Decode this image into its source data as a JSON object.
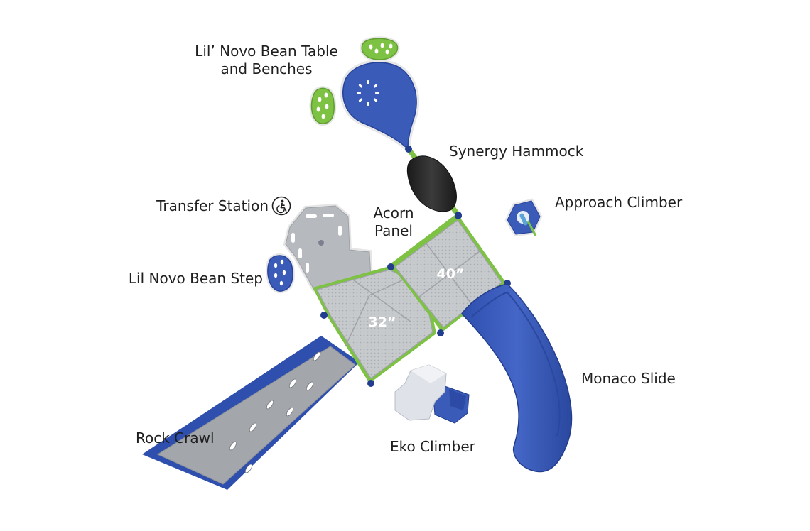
{
  "labels": {
    "bean_table_line1": "Lil’ Novo Bean Table",
    "bean_table_line2": "and Benches",
    "hammock": "Synergy Hammock",
    "transfer": "Transfer Station",
    "acorn_line1": "Acorn",
    "acorn_line2": "Panel",
    "approach": "Approach Climber",
    "bean_step": "Lil Novo Bean Step",
    "rock_crawl": "Rock Crawl",
    "eko": "Eko Climber",
    "monaco": "Monaco Slide"
  },
  "deck_heights": {
    "deck_32": "32”",
    "deck_40": "40”"
  },
  "icons": {
    "transfer": "wheelchair-accessible-icon"
  },
  "colors": {
    "blue": "#3a5bb8",
    "blue_dark": "#233d8e",
    "green": "#7dc242",
    "deck_gray": "#c6c9cd",
    "steel_gray": "#a3a7ac",
    "hammock_black": "#262626",
    "text": "#1f1f1f"
  }
}
